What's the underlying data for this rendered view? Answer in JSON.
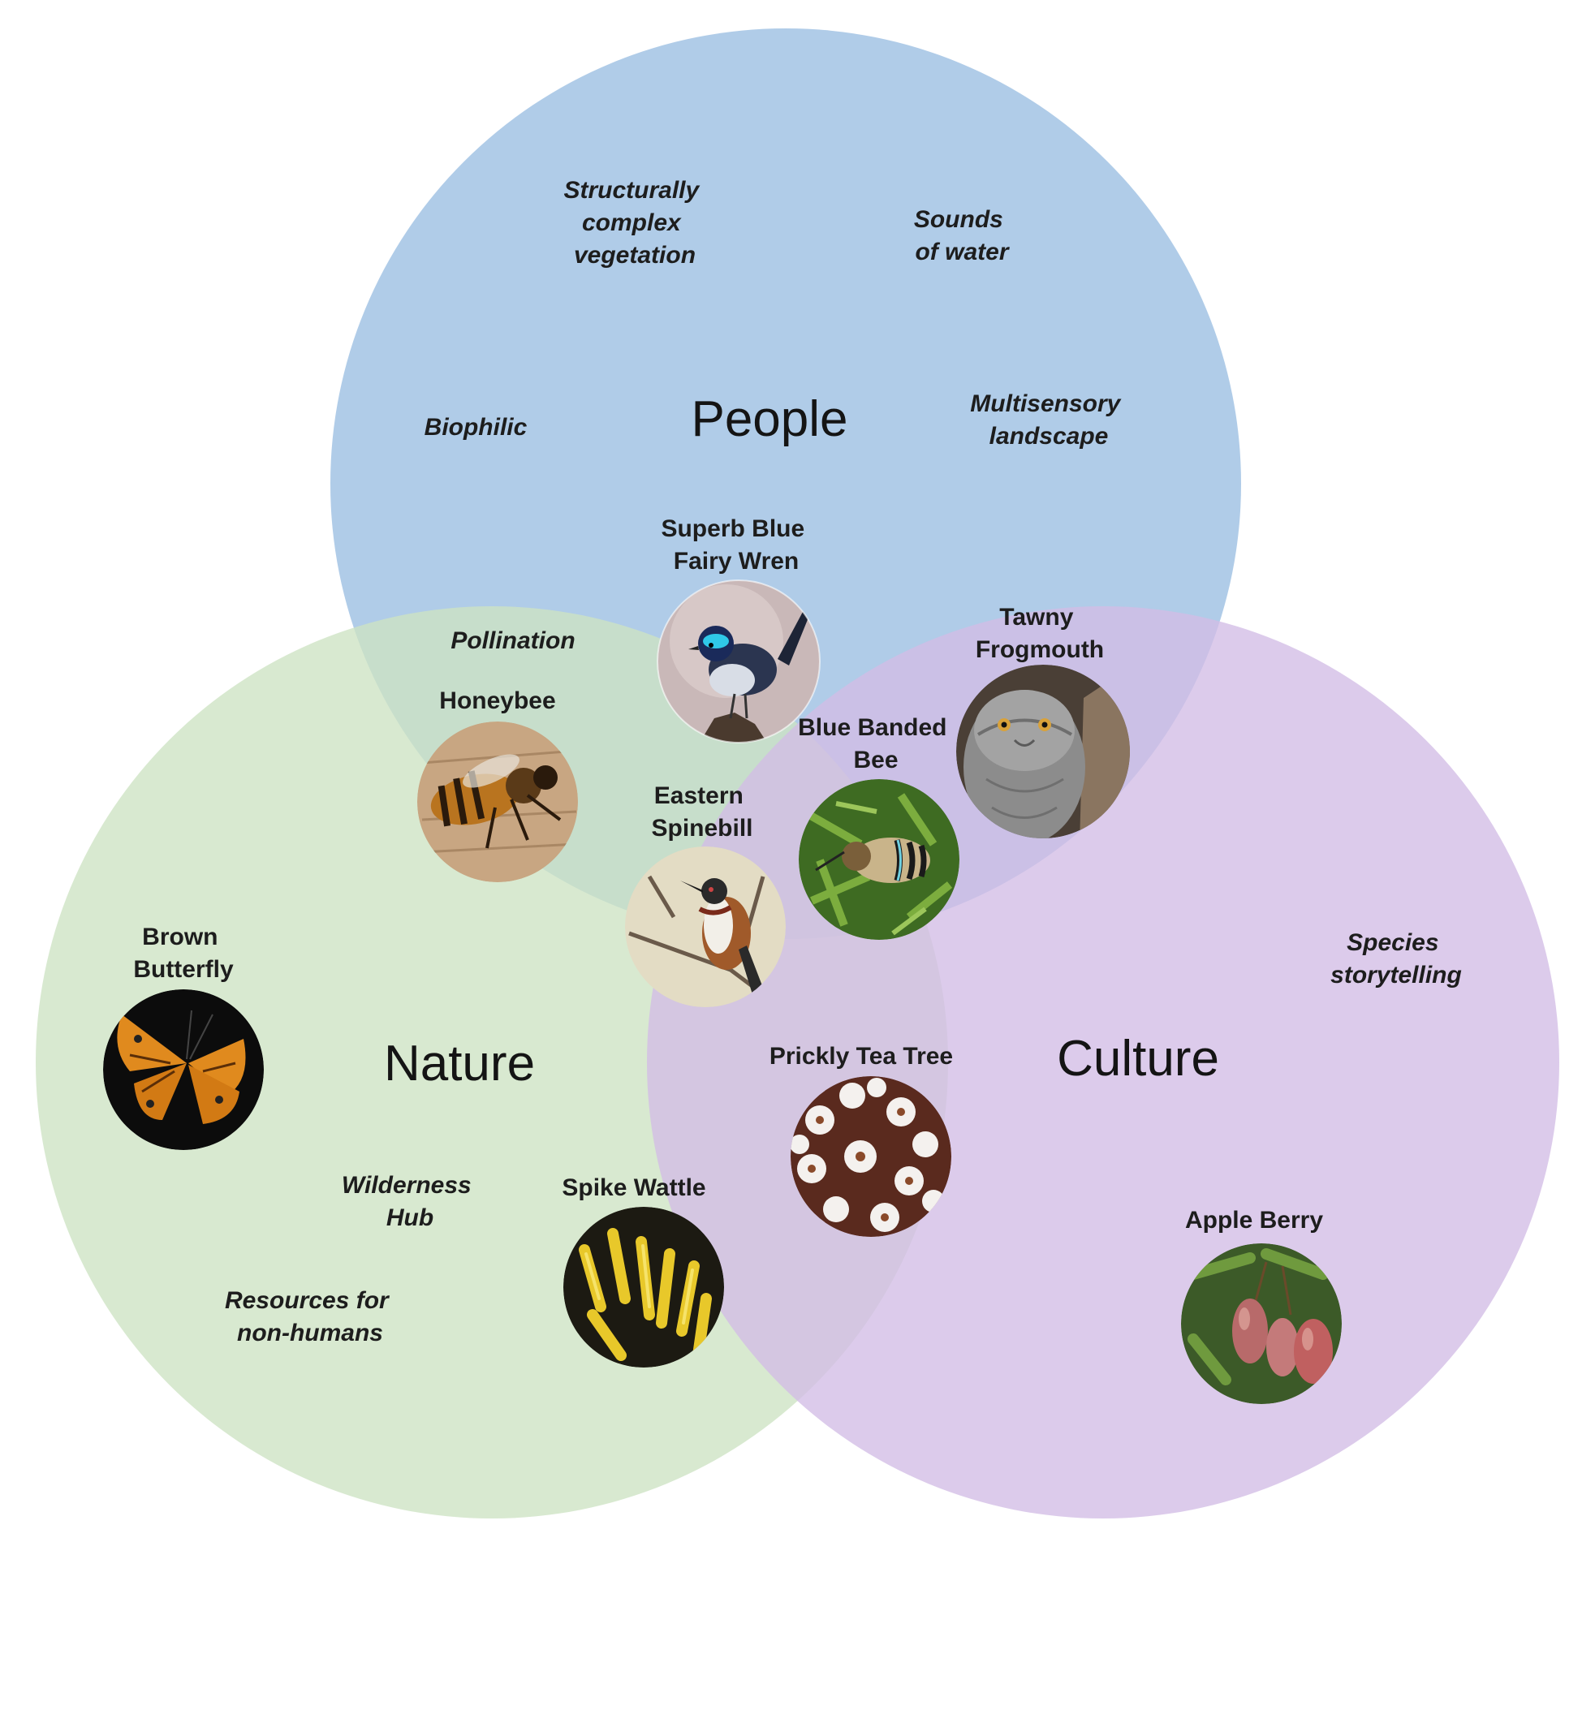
{
  "sets": {
    "people": {
      "label": "People",
      "color": "#a9c8e6"
    },
    "nature": {
      "label": "Nature",
      "color": "#cde3c3"
    },
    "culture": {
      "label": "Culture",
      "color": "#d2bde6"
    }
  },
  "themes": {
    "structurally_complex": [
      "Structurally",
      "complex",
      "vegetation"
    ],
    "sounds_of_water": [
      "Sounds",
      "of water"
    ],
    "biophilic": [
      "Biophilic"
    ],
    "multisensory": [
      "Multisensory",
      "landscape"
    ],
    "pollination": [
      "Pollination"
    ],
    "species_storytelling": [
      "Species",
      "storytelling"
    ],
    "wilderness_hub": [
      "Wilderness",
      "Hub"
    ],
    "resources": [
      "Resources for",
      "non-humans"
    ]
  },
  "species": {
    "fairy_wren": {
      "name": [
        "Superb Blue",
        "Fairy Wren"
      ],
      "icon": "fairy-wren-photo"
    },
    "tawny_frogmouth": {
      "name": [
        "Tawny",
        "Frogmouth"
      ],
      "icon": "tawny-frogmouth-photo"
    },
    "honeybee": {
      "name": [
        "Honeybee"
      ],
      "icon": "honeybee-photo"
    },
    "blue_banded_bee": {
      "name": [
        "Blue Banded",
        "Bee"
      ],
      "icon": "blue-banded-bee-photo"
    },
    "eastern_spinebill": {
      "name": [
        "Eastern",
        "Spinebill"
      ],
      "icon": "eastern-spinebill-photo"
    },
    "brown_butterfly": {
      "name": [
        "Brown",
        "Butterfly"
      ],
      "icon": "brown-butterfly-photo"
    },
    "prickly_tea_tree": {
      "name": [
        "Prickly Tea Tree"
      ],
      "icon": "prickly-tea-tree-photo"
    },
    "spike_wattle": {
      "name": [
        "Spike Wattle"
      ],
      "icon": "spike-wattle-photo"
    },
    "apple_berry": {
      "name": [
        "Apple Berry"
      ],
      "icon": "apple-berry-photo"
    }
  }
}
